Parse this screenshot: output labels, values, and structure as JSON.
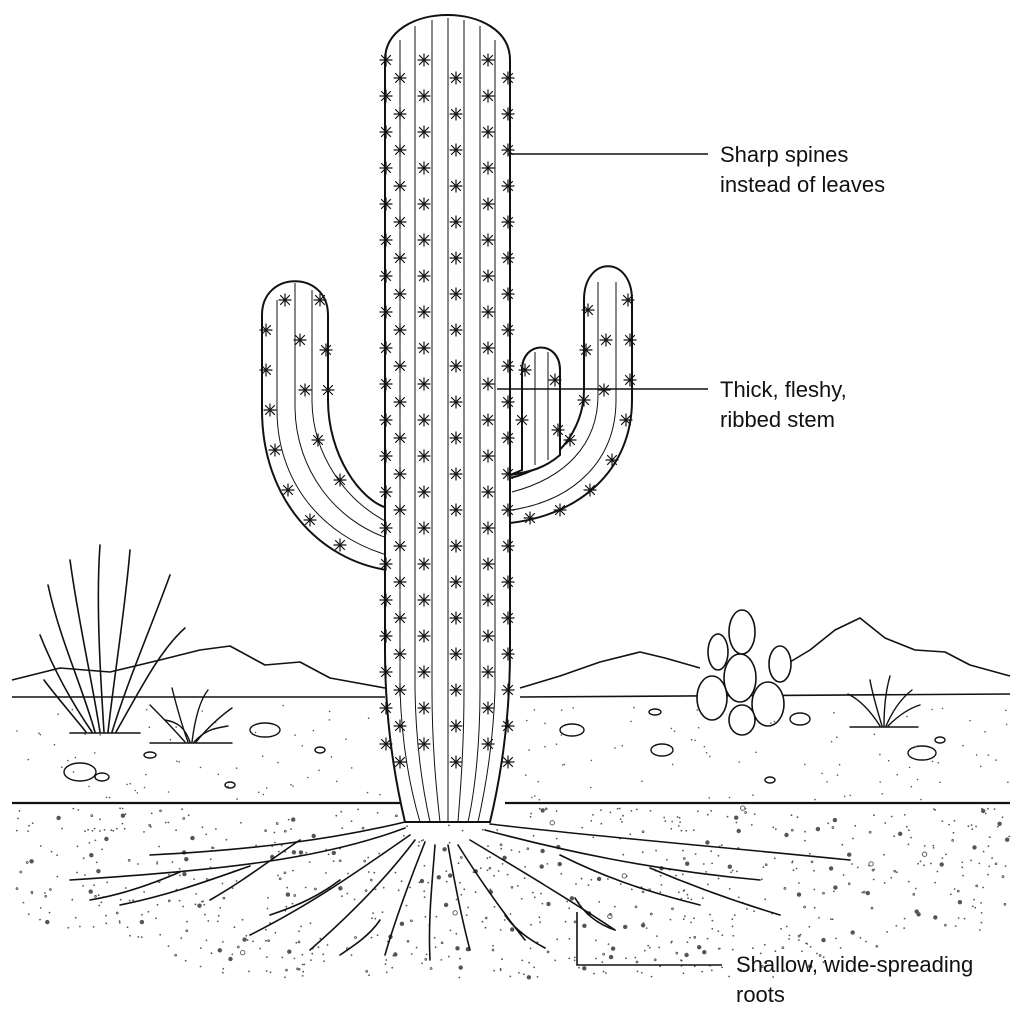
{
  "callouts": {
    "spines": {
      "line1": "Sharp spines",
      "line2": "instead of leaves"
    },
    "stem": {
      "line1": "Thick, fleshy,",
      "line2": "ribbed stem"
    },
    "roots": {
      "line1": "Shallow, wide-spreading",
      "line2": "roots"
    }
  },
  "colors": {
    "ink": "#111111",
    "paper": "#ffffff",
    "soil-dots": "#555555"
  }
}
